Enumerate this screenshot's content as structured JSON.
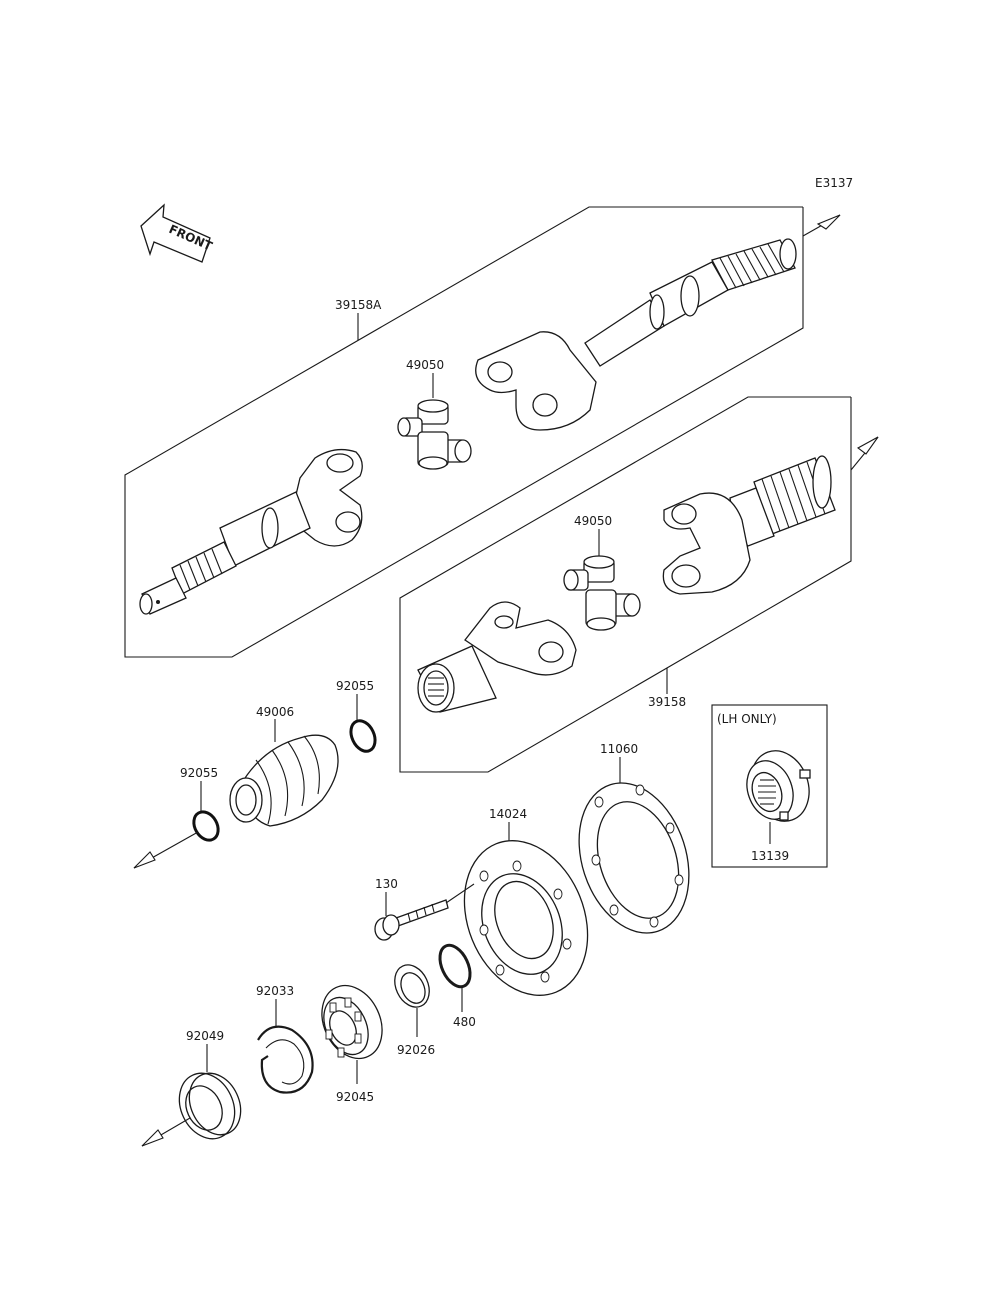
{
  "diagram": {
    "code": "E3137",
    "front_label": "FRONT",
    "lh_only_note": "(LH ONLY)",
    "parts": {
      "p39158A": "39158A",
      "p49050a": "49050",
      "p49050b": "49050",
      "p39158": "39158",
      "p92055a": "92055",
      "p49006": "49006",
      "p92055b": "92055",
      "p11060": "11060",
      "p14024": "14024",
      "p130": "130",
      "p92033": "92033",
      "p92049": "92049",
      "p92045": "92045",
      "p92026": "92026",
      "p480": "480",
      "p13139": "13139"
    }
  }
}
